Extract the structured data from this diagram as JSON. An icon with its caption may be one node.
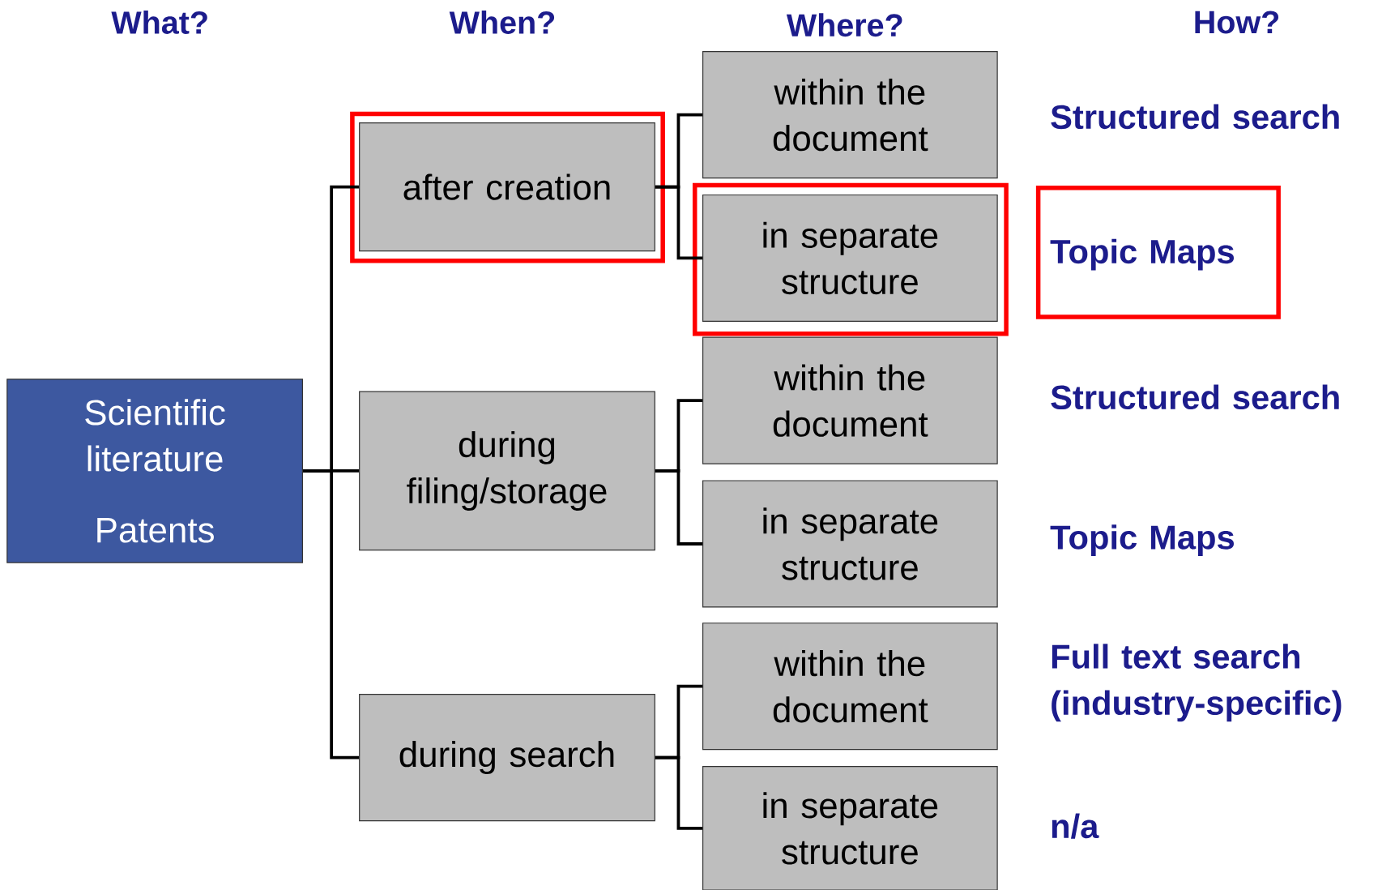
{
  "diagram": {
    "nodes": [
      {
        "text": [
          "Scientific literature",
          "Patents"
        ]
      },
      {
        "text": [
          "after creation"
        ]
      },
      {
        "text": [
          "during filing/storage"
        ]
      },
      {
        "text": [
          "during search"
        ]
      },
      {
        "text": [
          "within the document"
        ]
      },
      {
        "text": [
          "in separate structure"
        ]
      },
      {
        "text": [
          "within the document"
        ]
      },
      {
        "text": [
          "in separate structure"
        ]
      },
      {
        "text": [
          "within the document"
        ]
      },
      {
        "text": [
          "in separate structure"
        ]
      }
    ],
    "edges": [
      {
        "from": 0,
        "to": 1,
        "arrow": "none"
      },
      {
        "from": 0,
        "to": 2,
        "arrow": "none"
      },
      {
        "from": 0,
        "to": 3,
        "arrow": "none"
      },
      {
        "from": 1,
        "to": 4,
        "arrow": "none"
      },
      {
        "from": 1,
        "to": 5,
        "arrow": "none"
      },
      {
        "from": 2,
        "to": 6,
        "arrow": "none"
      },
      {
        "from": 2,
        "to": 7,
        "arrow": "none"
      },
      {
        "from": 3,
        "to": 8,
        "arrow": "none"
      },
      {
        "from": 3,
        "to": 9,
        "arrow": "none"
      }
    ],
    "labels": [
      "What?",
      "When?",
      "Where?",
      "How?",
      "Structured search",
      "Topic Maps",
      "Structured search",
      "Topic Maps",
      "Full text search (industry-specific)",
      "n/a"
    ]
  }
}
